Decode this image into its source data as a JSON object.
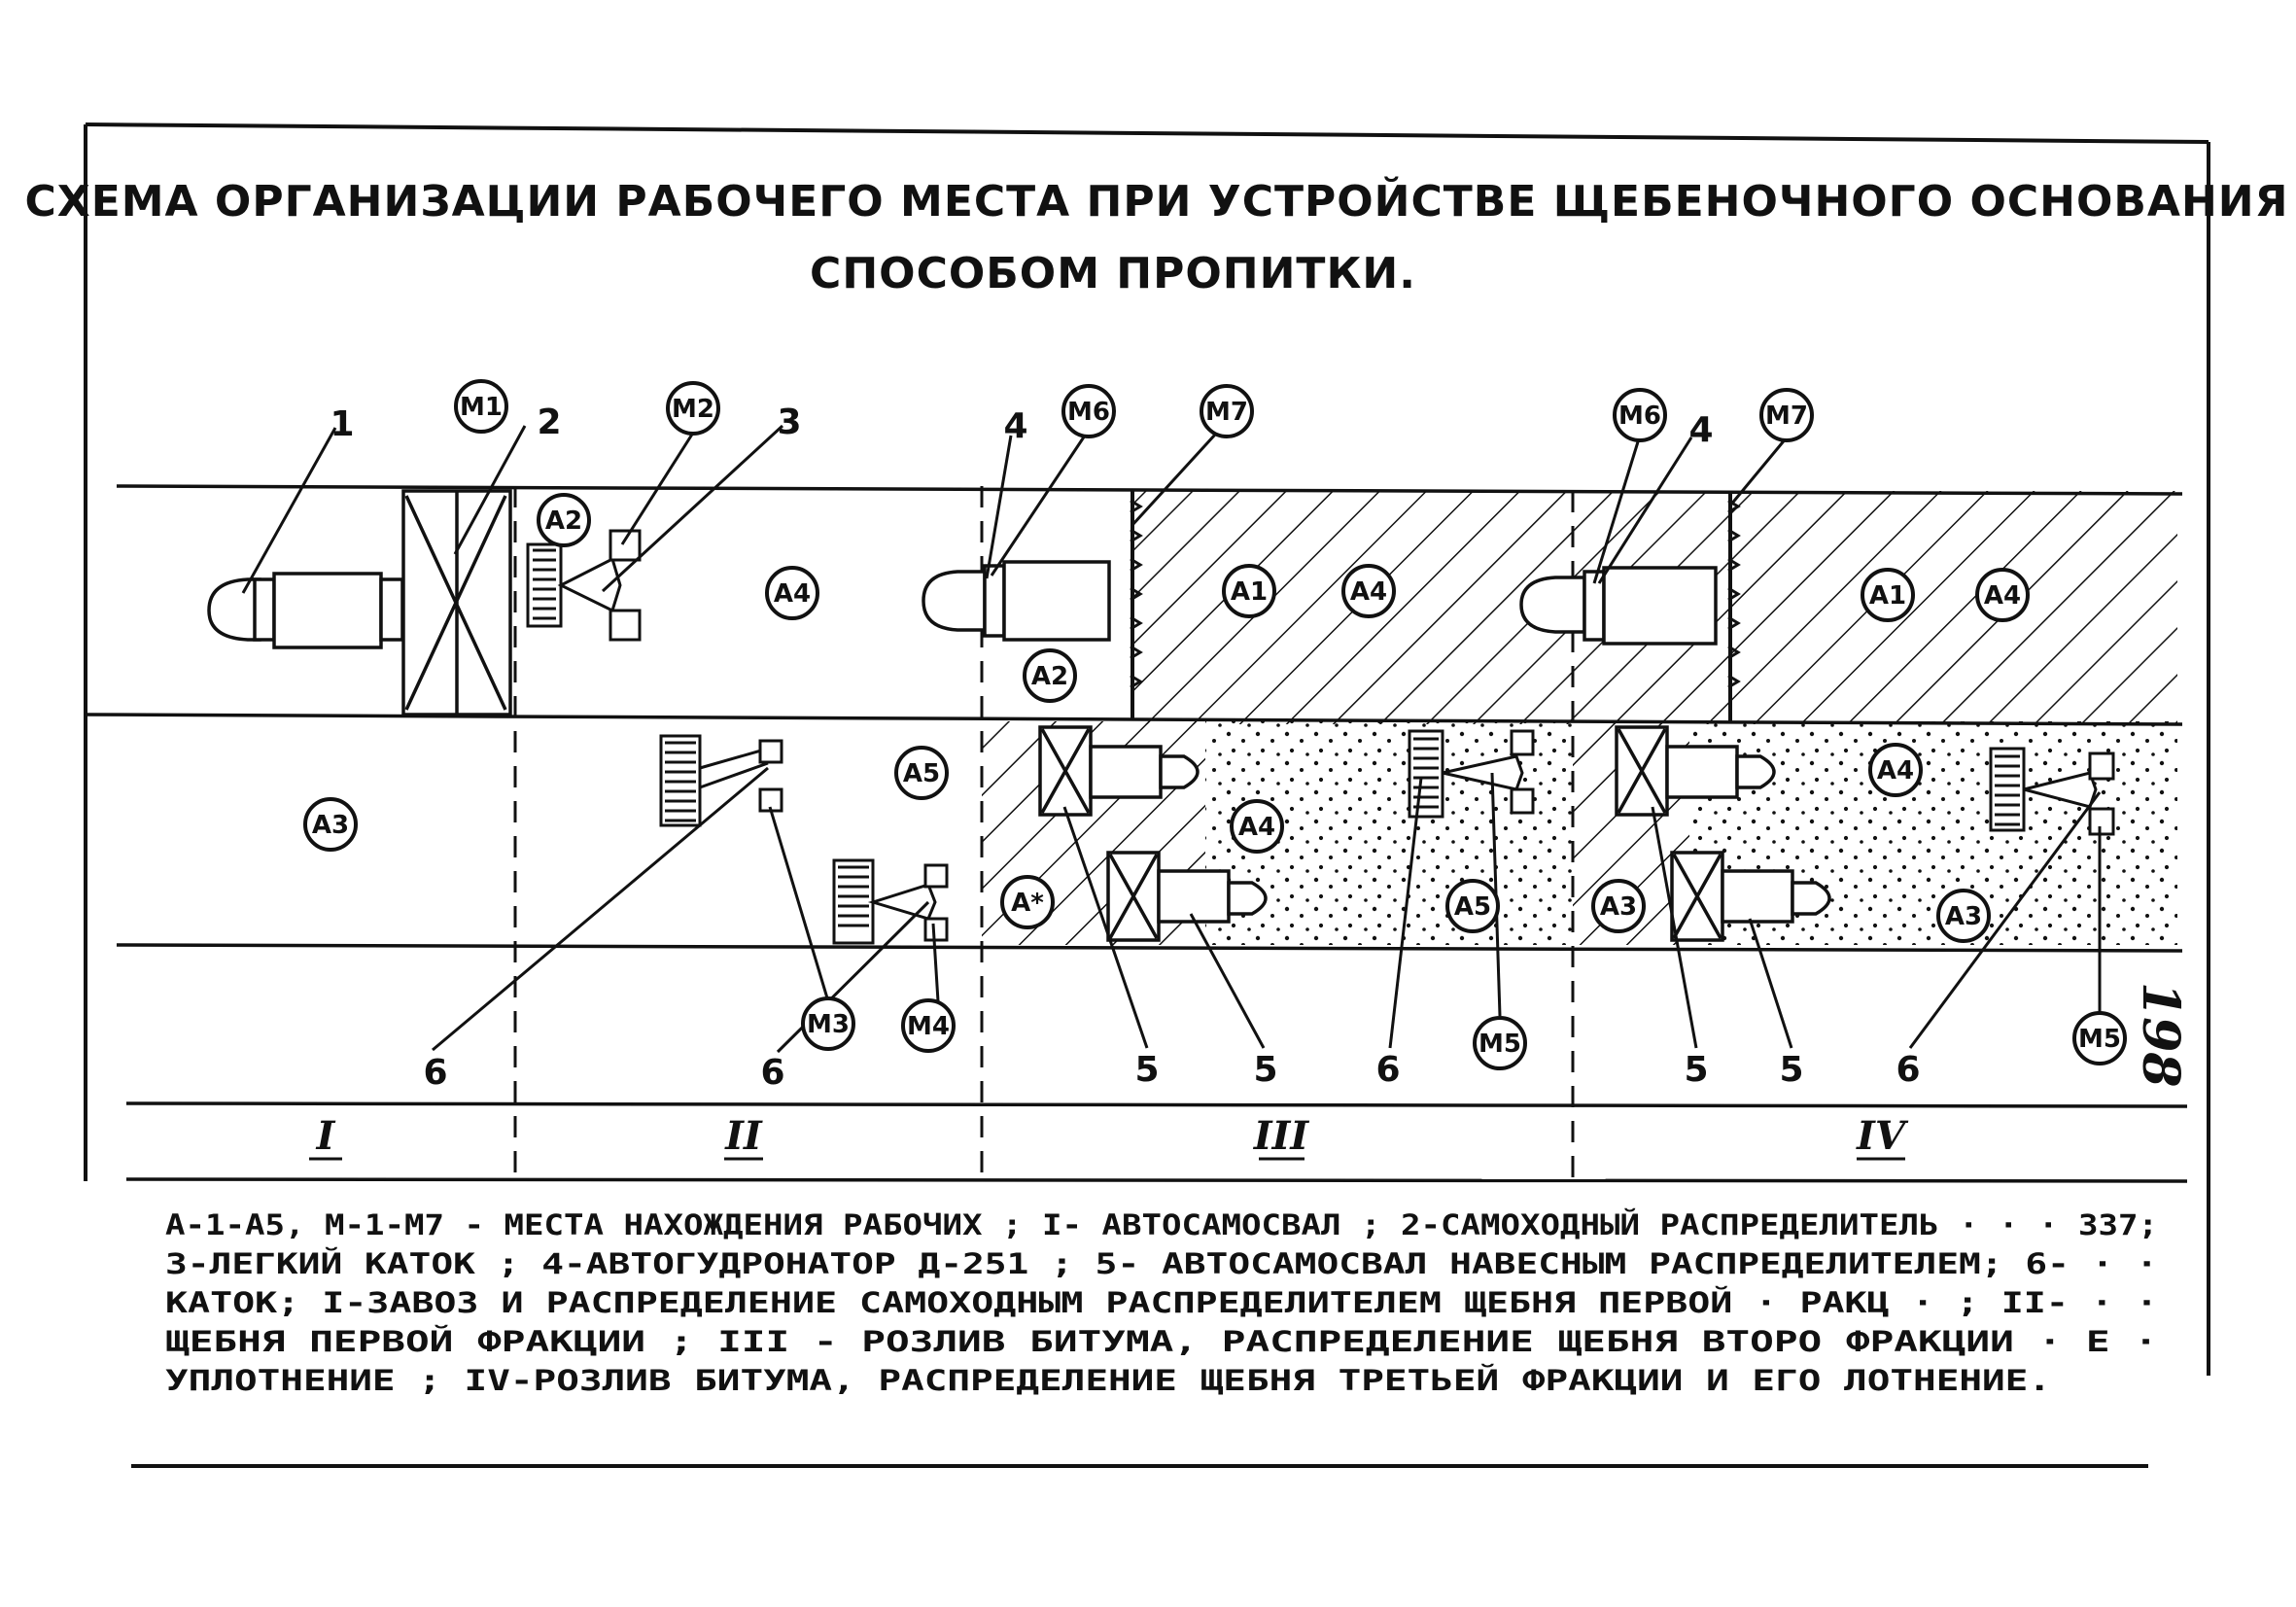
{
  "title": {
    "line1": "СХЕМА ОРГАНИЗАЦИИ РАБОЧЕГО МЕСТА ПРИ УСТРОЙСТВЕ ЩЕБЕНОЧНОГО ОСНОВАНИЯ",
    "line2": "СПОСОБОМ     ПРОПИТКИ."
  },
  "markers": {
    "m1": "M1",
    "m2": "M2",
    "m3": "M3",
    "m4": "M4",
    "m5": "M5",
    "m6": "M6",
    "m7": "M7",
    "a1": "A1",
    "a2": "A2",
    "a3": "A3",
    "a4": "A4",
    "a5": "A5",
    "ax": "A*"
  },
  "numbers": {
    "n1": "1",
    "n2": "2",
    "n3": "3",
    "n4": "4",
    "n5": "5",
    "n6": "6"
  },
  "sections": {
    "s1": "I",
    "s2": "II",
    "s3": "III",
    "s4": "IV"
  },
  "legend": {
    "line1": "А-1-А5, М-1-М7 - МЕСТА НАХОЖДЕНИЯ РАБОЧИХ ; I- АВТОСАМОСВАЛ ; 2-САМОХОДНЫЙ РАСПРЕДЕЛИТЕЛЬ  · ·  · 337;",
    "line2": "3-ЛЕГКИЙ КАТОК ; 4-АВТОГУДРОНАТОР Д-251 ; 5- АВТОСАМОСВАЛ   НАВЕСНЫМ РАСПРЕДЕЛИТЕЛЕМ; 6-   · ·",
    "line3": "КАТОК; I-ЗАВОЗ И РАСПРЕДЕЛЕНИЕ САМОХОДНЫМ РАСПРЕДЕЛИТЕЛЕМ ЩЕБНЯ ПЕРВОЙ · РАКЦ · ; II- · ·",
    "line4": "ЩЕБНЯ ПЕРВОЙ ФРАКЦИИ ; III - РОЗЛИВ БИТУМА, РАСПРЕДЕЛЕНИЕ ЩЕБНЯ ВТОРО   ФРАКЦИИ  · Е ·",
    "line5": "УПЛОТНЕНИЕ ; IV-РОЗЛИВ БИТУМА, РАСПРЕДЕЛЕНИЕ ЩЕБНЯ ТРЕТЬЕЙ ФРАКЦИИ И ЕГО  ЛОТНЕНИЕ."
  },
  "page_number": "198"
}
